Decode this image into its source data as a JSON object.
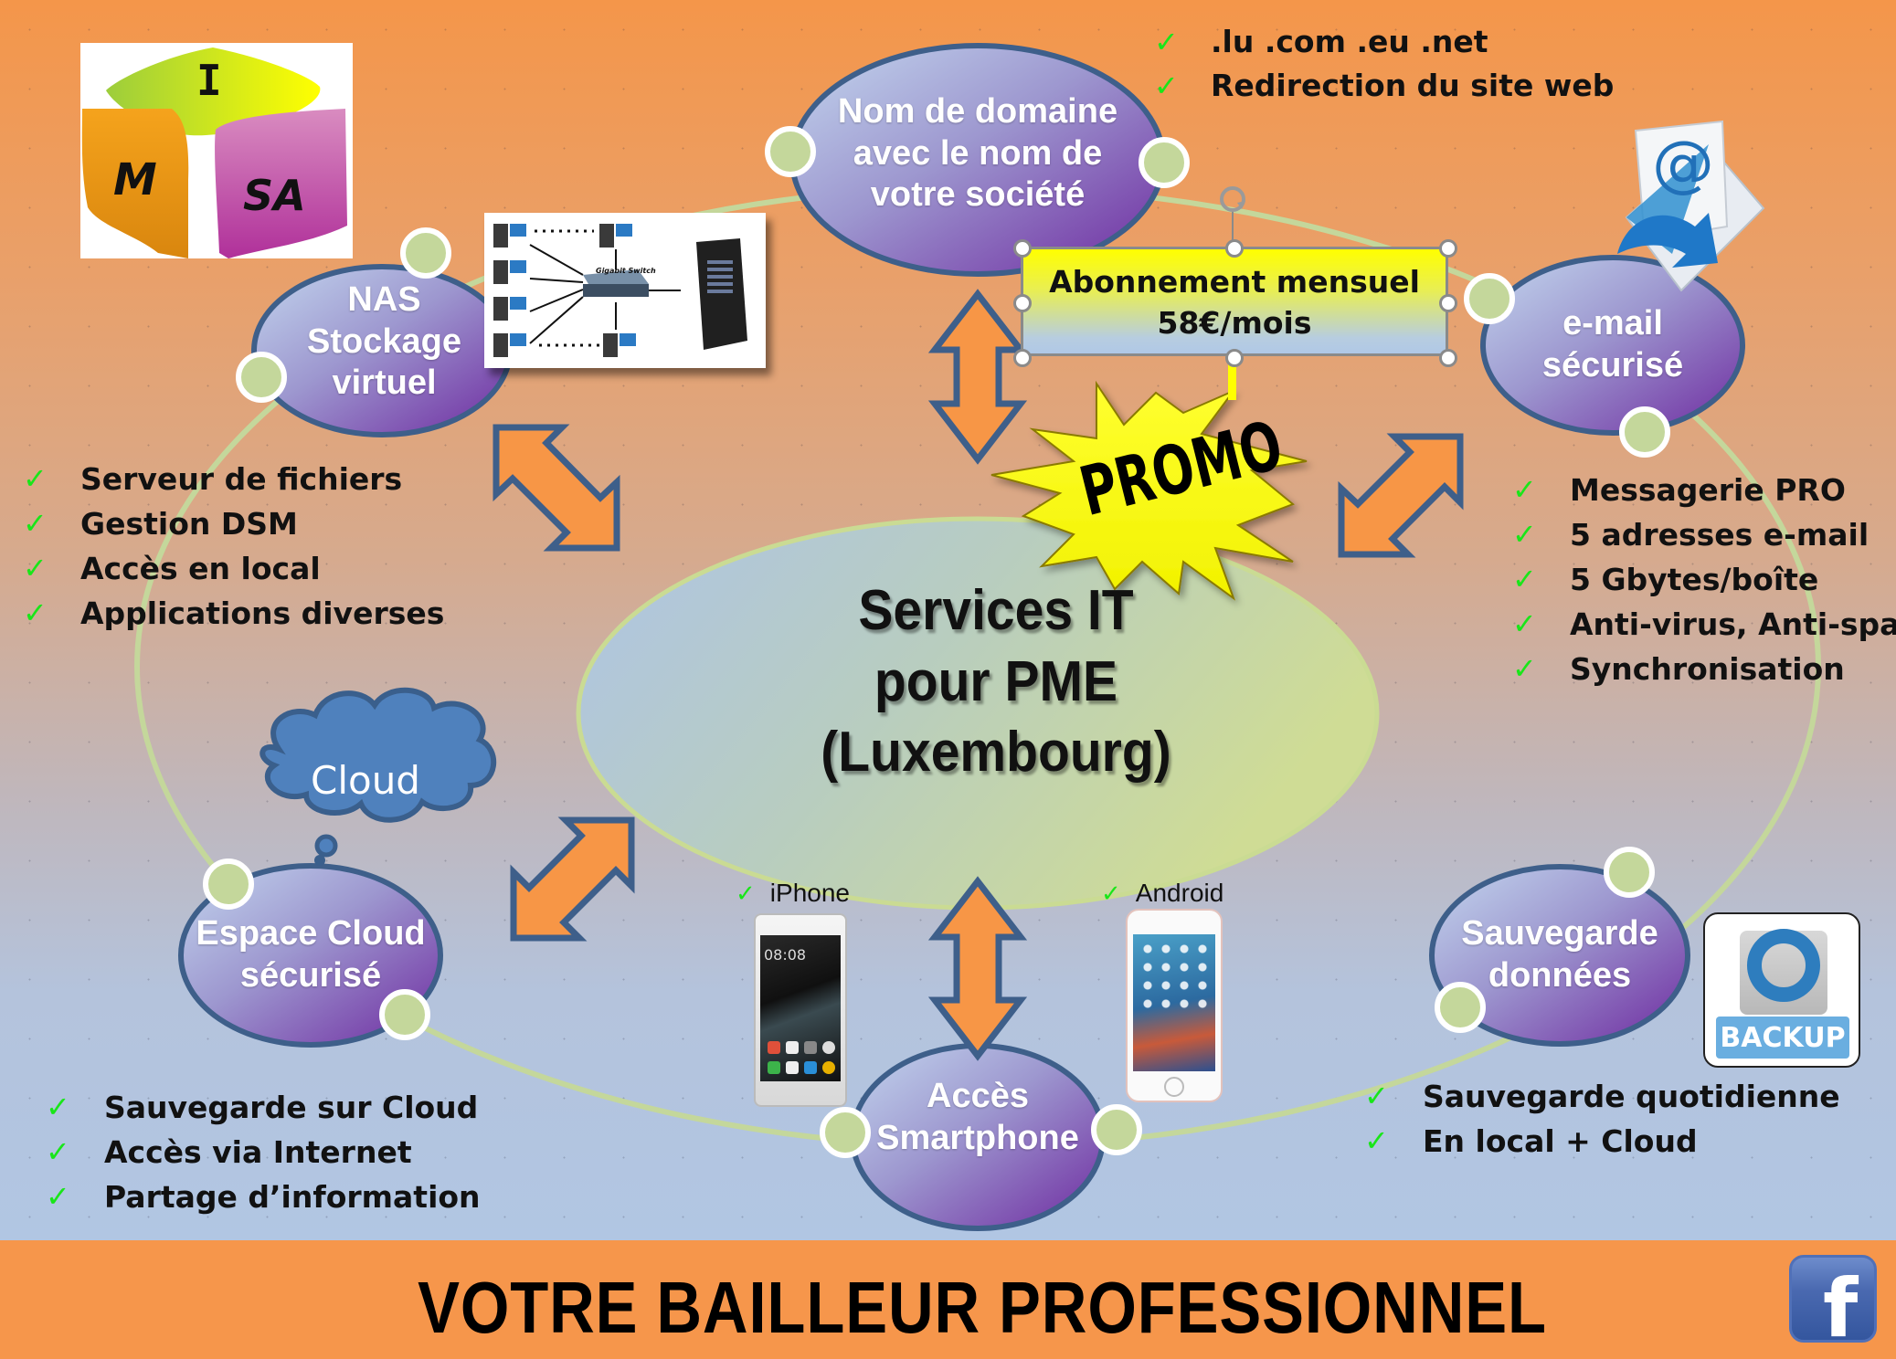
{
  "logo": {
    "letters": [
      "I",
      "M",
      "SA"
    ]
  },
  "center": {
    "lines": [
      "Services IT",
      "pour PME",
      "(Luxembourg)"
    ]
  },
  "subscription": {
    "line1": "Abonnement mensuel",
    "line2": "58€/mois"
  },
  "promo": {
    "label": "PROMO"
  },
  "nodes": {
    "domain": {
      "lines": [
        "Nom de domaine",
        "avec le nom de",
        "votre société"
      ]
    },
    "nas": {
      "lines": [
        "NAS",
        "Stockage",
        "virtuel"
      ]
    },
    "email": {
      "lines": [
        "e-mail",
        "sécurisé"
      ]
    },
    "cloud": {
      "lines": [
        "Espace Cloud",
        "sécurisé"
      ]
    },
    "smartphone": {
      "lines": [
        "Accès",
        "Smartphone"
      ]
    },
    "backup": {
      "lines": [
        "Sauvegarde",
        "données"
      ]
    }
  },
  "lists": {
    "domain": [
      ".lu .com .eu .net",
      "Redirection du site web"
    ],
    "nas": [
      "Serveur de fichiers",
      "Gestion DSM",
      "Accès en local",
      "Applications diverses"
    ],
    "email": [
      "Messagerie PRO",
      "5 adresses e-mail",
      "5 Gbytes/boîte",
      "Anti-virus, Anti-spam",
      "Synchronisation"
    ],
    "cloud": [
      "Sauvegarde sur Cloud",
      "Accès via Internet",
      "Partage d’information"
    ],
    "backup": [
      "Sauvegarde quotidienne",
      "En local + Cloud"
    ]
  },
  "cloud_bubble": {
    "label": "Cloud"
  },
  "phones": {
    "iphone_label": "iPhone",
    "android_label": "Android",
    "clock": "08:08"
  },
  "backup_icon": {
    "label": "BACKUP"
  },
  "nas_diagram": {
    "switch_label": "Gigabit Switch"
  },
  "email_icon": {
    "symbol": "@"
  },
  "footer": {
    "title": "VOTRE BAILLEUR PROFESSIONNEL",
    "social_icon": "f"
  },
  "check_mark": "✓",
  "colors": {
    "bg_top": "#f4964a",
    "bg_bottom": "#b1c6e3",
    "node_border": "#3e5f8a",
    "node_purple": "#7030a0",
    "connector_ring": "#c4d79b",
    "arrow_fill": "#f79646",
    "check_green": "#19e619",
    "promo_yellow": "#ffff00",
    "footer_bg": "#f6964b"
  }
}
